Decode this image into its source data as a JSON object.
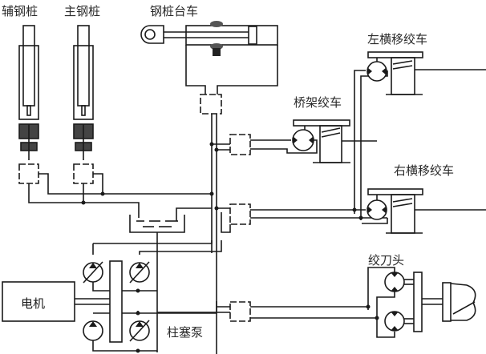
{
  "title": "Hydraulic system diagram of pile-driving / dredging machine",
  "labels": {
    "aux_pile": "辅钢桩",
    "main_pile": "主钢桩",
    "pile_trolley": "钢桩台车",
    "left_winch": "左横移绞车",
    "bridge_winch": "桥架绞车",
    "right_winch": "右横移绞车",
    "cutter_head": "绞刀头",
    "motor": "电机",
    "plunger_pump": "柱塞泵"
  },
  "components": [
    {
      "id": "aux-pile-cylinder",
      "label_key": "aux_pile",
      "type": "hydraulic-cylinder"
    },
    {
      "id": "main-pile-cylinder",
      "label_key": "main_pile",
      "type": "hydraulic-cylinder"
    },
    {
      "id": "pile-trolley-cylinder",
      "label_key": "pile_trolley",
      "type": "hydraulic-cylinder"
    },
    {
      "id": "left-traverse-winch",
      "label_key": "left_winch",
      "type": "hydraulic-motor-winch"
    },
    {
      "id": "bridge-winch",
      "label_key": "bridge_winch",
      "type": "hydraulic-motor-winch"
    },
    {
      "id": "right-traverse-winch",
      "label_key": "right_winch",
      "type": "hydraulic-motor-winch"
    },
    {
      "id": "cutter-head",
      "label_key": "cutter_head",
      "type": "dual-hydraulic-motor"
    },
    {
      "id": "electric-motor",
      "label_key": "motor",
      "type": "electric-motor"
    },
    {
      "id": "plunger-pumps",
      "label_key": "plunger_pump",
      "type": "pump-group",
      "count": 4,
      "variable_displacement": 3
    },
    {
      "id": "oil-tank",
      "type": "reservoir"
    },
    {
      "id": "control-valves",
      "type": "valve",
      "count": 6
    }
  ],
  "colors": {
    "line": "#1a1a1a",
    "background": "#ffffff",
    "text": "#2a2a2a"
  }
}
